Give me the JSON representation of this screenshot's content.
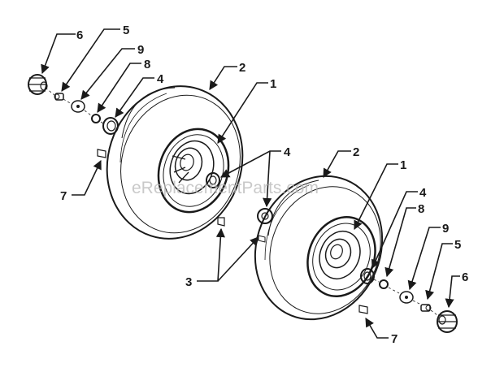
{
  "watermark": "eReplacementParts.com",
  "callouts": {
    "c6a": "6",
    "c5a": "5",
    "c9a": "9",
    "c8a": "8",
    "c4a": "4",
    "c2a": "2",
    "c1a": "1",
    "c4b": "4",
    "c7a": "7",
    "c2b": "2",
    "c1b": "1",
    "c4c": "4",
    "c8b": "8",
    "c9b": "9",
    "c5b": "5",
    "c6b": "6",
    "c3": "3",
    "c7b": "7"
  },
  "colors": {
    "ink": "#1a1a1a",
    "watermark": "#b8b8b8"
  }
}
